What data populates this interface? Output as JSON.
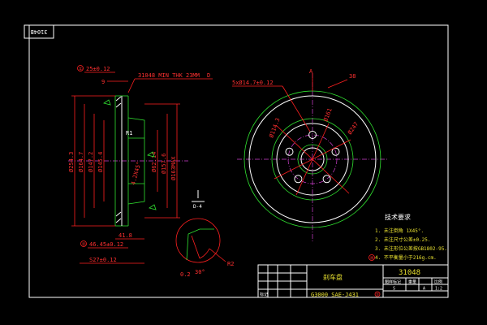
{
  "stamp_code": "3104B",
  "colors": {
    "background": "#000000",
    "frame": "#ffffff",
    "dimension": "#ff2020",
    "outline": "#30e030",
    "centerline": "#d040d0",
    "title": "#e8e030"
  },
  "side_view": {
    "callout_top": "25±0.12",
    "callout_top_marker": "①",
    "thk_note": "31048 MIN THK 23MM",
    "thk_label_d": "D",
    "dim_9": "9",
    "dia_outer": "Ø254.3",
    "dia_1": "Ø164.7",
    "dia_2": "Ø147.2",
    "dia_3": "Ø145.4",
    "r1_label": "R1",
    "chamfer": "4.2X45°",
    "dia_c1": "Ø62.14",
    "dia_c2": "Ø157.6",
    "dia_max": "Ø163MAX",
    "dim_41_8": "41.8",
    "dim_bottom_1": "46.45±0.12",
    "dim_bottom_1_marker": "②",
    "dim_bottom_2": "S27±0.12",
    "section_label": "D-4"
  },
  "detail_view": {
    "dim_02": "0.2",
    "angle": "30°",
    "radius": "R2"
  },
  "front_view": {
    "holes_callout": "5xØ14.7±0.12",
    "leader_a": "A",
    "leader_38": "38",
    "dia_inner": "Ø161",
    "dia_bolt": "Ø114.3",
    "dia_outer": "Ø247"
  },
  "requirements": {
    "title": "技术要求",
    "items": [
      "1. 未注倒角 1X45°.",
      "2. 未注尺寸公差±0.25.",
      "3. 未注形位公差按GB1802-95.",
      "4. 不平衡量小于216g.cm."
    ],
    "item_4_marker": "④"
  },
  "title_block": {
    "part_name": "刹车盘",
    "drawing_no": "31048",
    "material": "G3000 SAE-J431",
    "material_marker": "⑤",
    "col_headers": [
      "图样标记",
      "重量",
      "比例"
    ],
    "scale_vals": [
      "S",
      "A",
      "1:2"
    ],
    "sign_label": "标记"
  }
}
